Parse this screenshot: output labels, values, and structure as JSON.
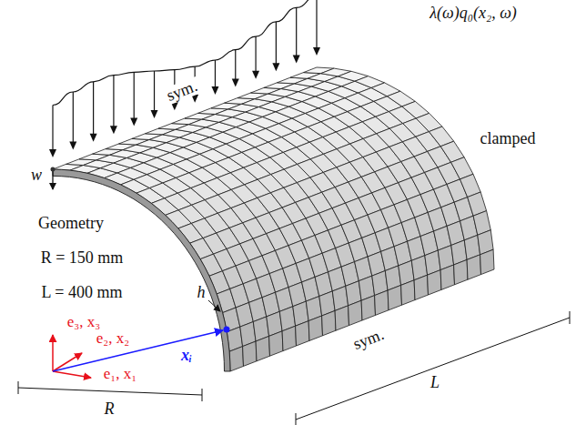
{
  "diagram": {
    "labels": [
      "λ(ω)q₀(x₂, ω)",
      "sym.",
      "clamped",
      "w",
      "Geometry",
      "R = 150 mm",
      "L = 400 mm",
      "e₃, x₃",
      "e₂, x₂",
      "e₁, x₁",
      "h",
      "xᵢ",
      "sym.",
      "L",
      "R"
    ]
  }
}
